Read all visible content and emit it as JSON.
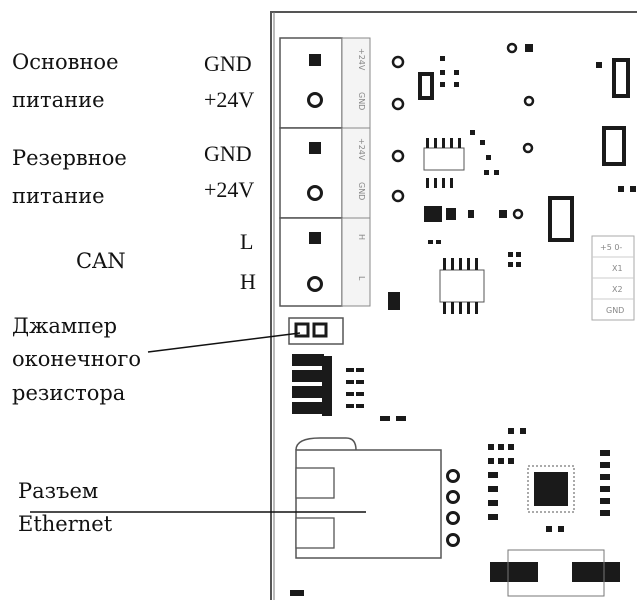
{
  "labels": {
    "main_power_line1": "Основное",
    "main_power_line2": "питание",
    "backup_power_line1": "Резервное",
    "backup_power_line2": "питание",
    "can": "CAN",
    "jumper_line1": "Джампер",
    "jumper_line2": "оконечного",
    "jumper_line3": "резистора",
    "ethernet_line1": "Разъем",
    "ethernet_line2": "Ethernet"
  },
  "pins": {
    "main_gnd": "GND",
    "main_24v": "+24V",
    "backup_gnd": "GND",
    "backup_24v": "+24V",
    "can_l": "L",
    "can_h": "H"
  },
  "silkscreen": {
    "t1a": "+24V",
    "t1b": "GND",
    "t2a": "+24V",
    "t2b": "GND",
    "t3a": "H",
    "t3b": "L",
    "r1": "+5 0-",
    "r2": "X1",
    "r3": "X2",
    "r4": "GND"
  },
  "colors": {
    "text": "#111111",
    "outline": "#555555",
    "pad": "#1a1a1a",
    "board": "#ffffff"
  }
}
